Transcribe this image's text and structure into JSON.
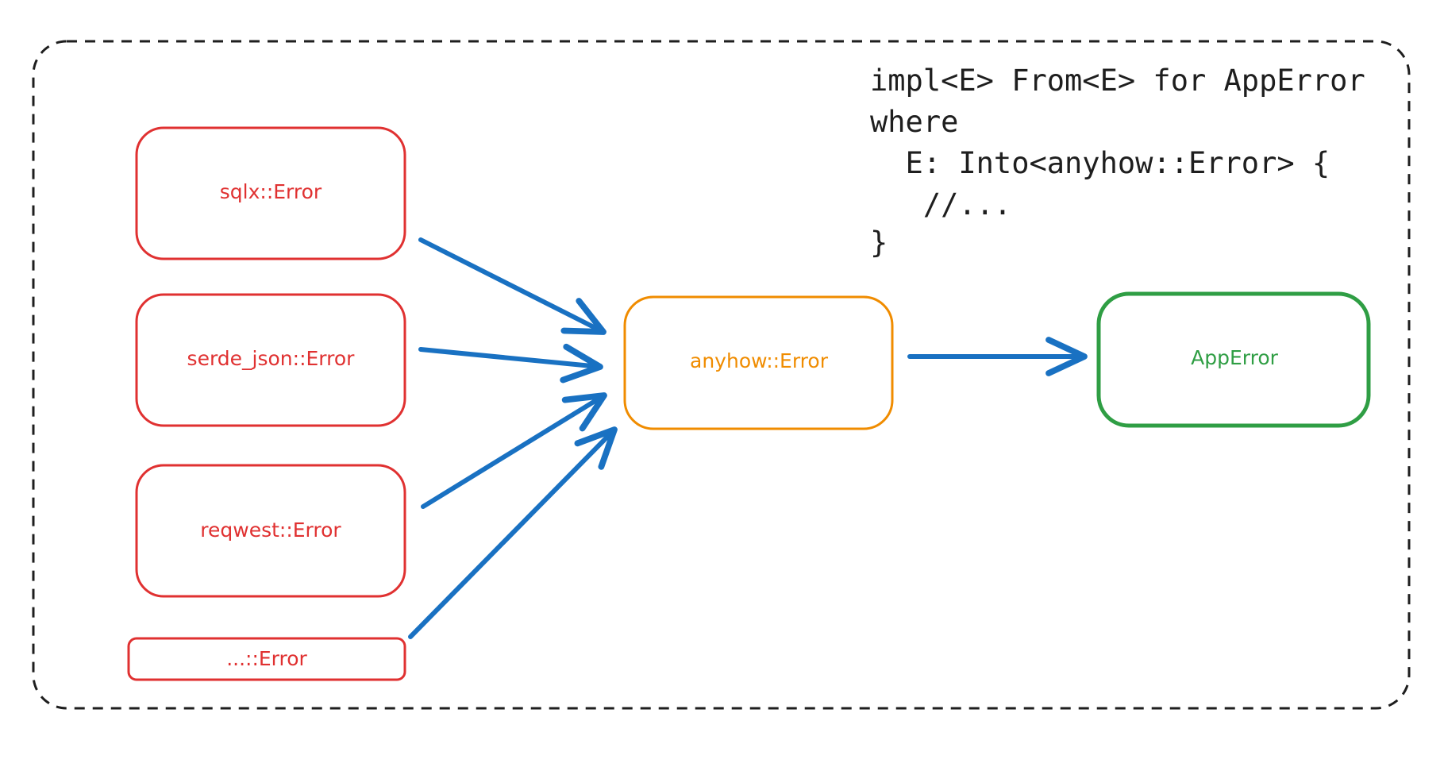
{
  "diagram": {
    "colors": {
      "source_stroke": "#e03131",
      "hub_stroke": "#f08c00",
      "target_stroke": "#2f9e44",
      "arrow": "#1971c2",
      "frame": "#1e1e1e",
      "code": "#1e1e1e"
    },
    "sources": [
      {
        "label": "sqlx::Error"
      },
      {
        "label": "serde_json::Error"
      },
      {
        "label": "reqwest::Error"
      },
      {
        "label": "...::Error"
      }
    ],
    "hub": {
      "label": "anyhow::Error"
    },
    "target": {
      "label": "AppError"
    },
    "code": {
      "lines": [
        "impl<E> From<E> for AppError",
        "where",
        "  E: Into<anyhow::Error> {",
        "   //...",
        "}"
      ]
    }
  }
}
